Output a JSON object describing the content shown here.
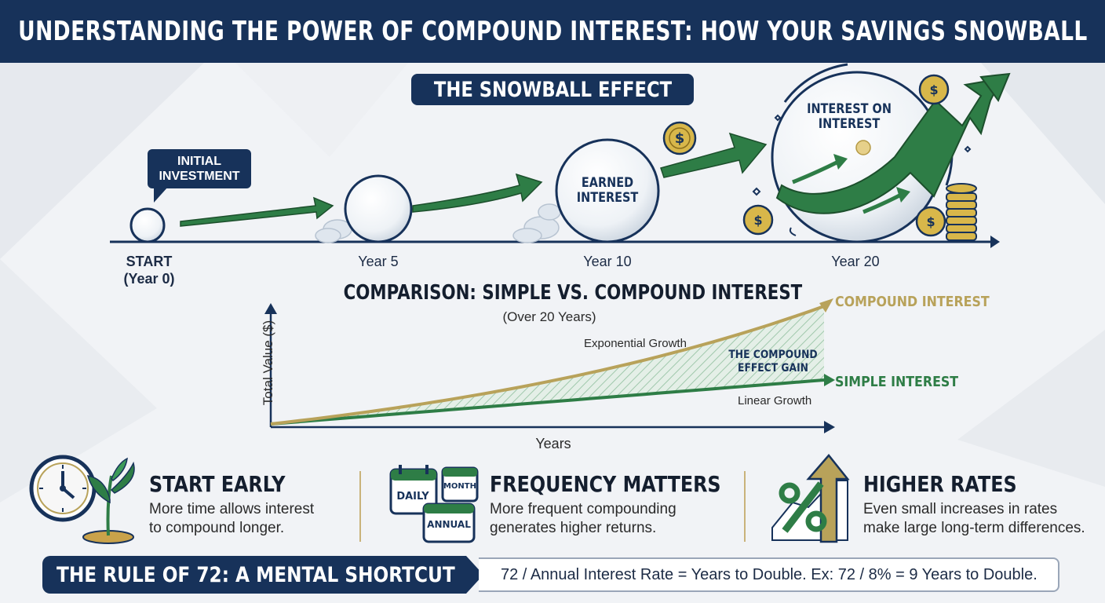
{
  "header": {
    "title": "UNDERSTANDING THE POWER OF COMPOUND INTEREST: HOW YOUR SAVINGS SNOWBALL"
  },
  "snowball": {
    "section_title": "THE SNOWBALL EFFECT",
    "initial_investment": "INITIAL\nINVESTMENT",
    "earned_interest": "EARNED\nINTEREST",
    "interest_on_interest": "INTEREST ON\nINTEREST",
    "timeline": [
      {
        "label": "START\n(Year 0)"
      },
      {
        "label": "Year 5"
      },
      {
        "label": "Year 10"
      },
      {
        "label": "Year 20"
      }
    ]
  },
  "comparison": {
    "title": "COMPARISON: SIMPLE VS. COMPOUND INTEREST",
    "subtitle": "(Over 20 Years)",
    "ylabel": "Total Value ($)",
    "xlabel": "Years",
    "compound_label": "COMPOUND INTEREST",
    "simple_label": "SIMPLE INTEREST",
    "exponential_note": "Exponential Growth",
    "linear_note": "Linear Growth",
    "gain_label": "THE COMPOUND\nEFFECT GAIN"
  },
  "tips": [
    {
      "title": "START EARLY",
      "text": "More time allows interest\nto compound longer."
    },
    {
      "title": "FREQUENCY MATTERS",
      "text": "More frequent compounding\ngenerates higher returns."
    },
    {
      "title": "HIGHER RATES",
      "text": "Even small increases in rates\nmake large long-term differences."
    }
  ],
  "calendar_labels": {
    "daily": "DAILY",
    "month": "MONTH",
    "annual": "ANNUAL"
  },
  "footer": {
    "title": "THE RULE OF 72: A MENTAL SHORTCUT",
    "formula": "72 / Annual Interest Rate = Years to Double. Ex: 72 / 8% = 9 Years to Double."
  },
  "icons": {
    "clock": "clock-icon",
    "sprout": "sprout-icon",
    "calendar": "calendar-icon",
    "percent": "percent-icon",
    "coin": "dollar-coin-icon",
    "arrow": "growth-arrow-icon"
  },
  "colors": {
    "navy": "#17325a",
    "green": "#2e7d46",
    "gold": "#b8a25a",
    "coin_gold": "#d8b74a"
  }
}
